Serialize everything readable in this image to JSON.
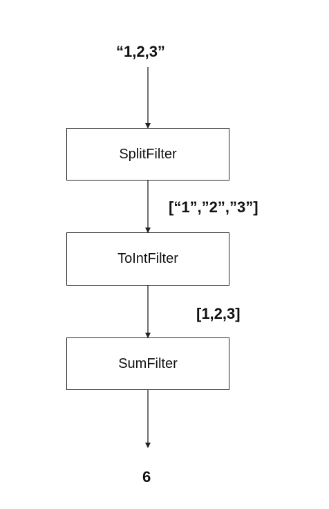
{
  "input_value": "“1,2,3”",
  "filters": [
    {
      "label": "SplitFilter"
    },
    {
      "label": "ToIntFilter"
    },
    {
      "label": "SumFilter"
    }
  ],
  "intermediate_values": [
    "[“1”,”2”,”3”]",
    "[1,2,3]"
  ],
  "output_value": "6",
  "colors": {
    "stroke": "#222222",
    "text": "#111111",
    "background": "#ffffff"
  }
}
